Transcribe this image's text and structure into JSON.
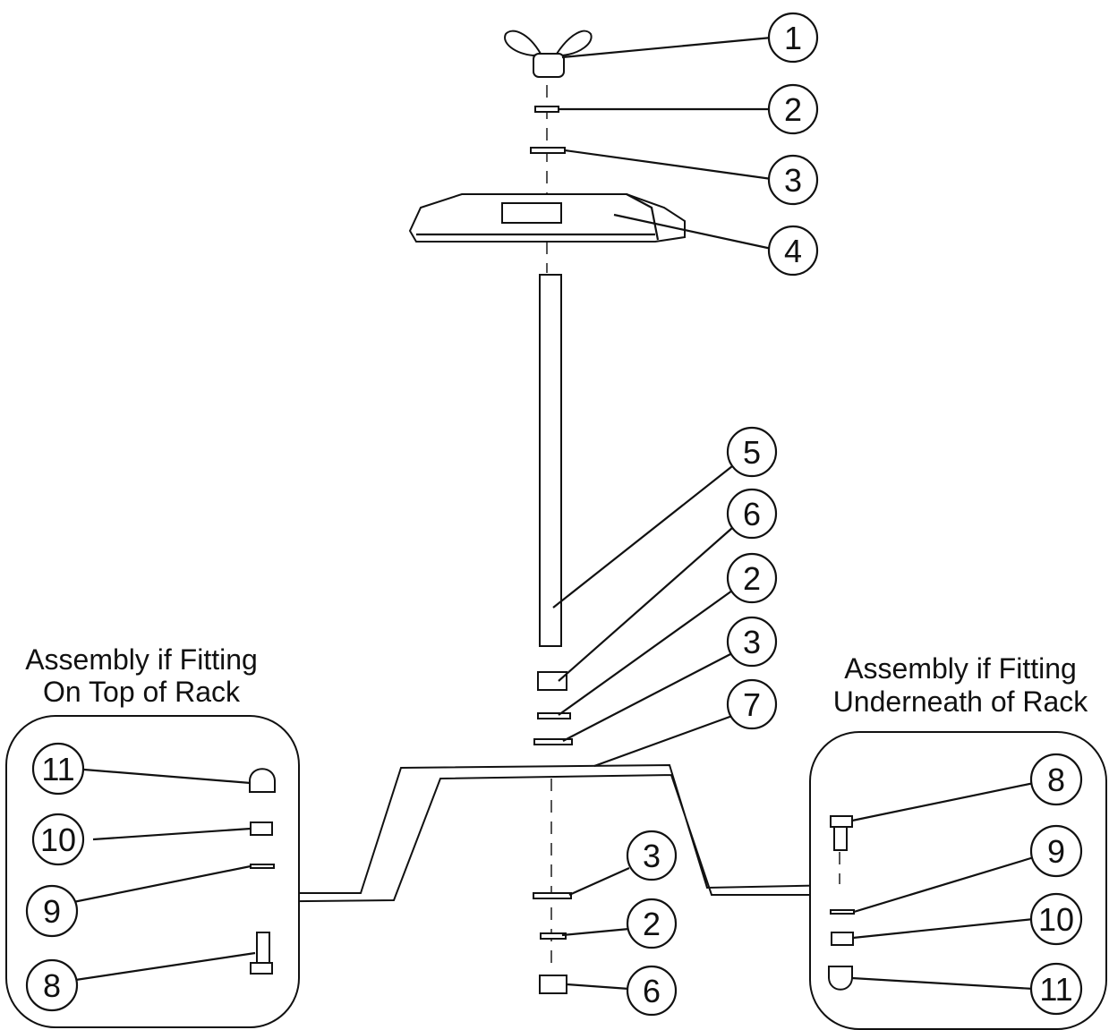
{
  "left_panel": {
    "title_line1": "Assembly if Fitting",
    "title_line2": "On Top of Rack",
    "callouts": [
      "11",
      "10",
      "9",
      "8"
    ]
  },
  "right_panel": {
    "title_line1": "Assembly if Fitting",
    "title_line2": "Underneath of Rack",
    "callouts": [
      "8",
      "9",
      "10",
      "11"
    ]
  },
  "main_callouts": [
    "1",
    "2",
    "3",
    "4",
    "5",
    "6",
    "2",
    "3",
    "7",
    "3",
    "2",
    "6"
  ]
}
